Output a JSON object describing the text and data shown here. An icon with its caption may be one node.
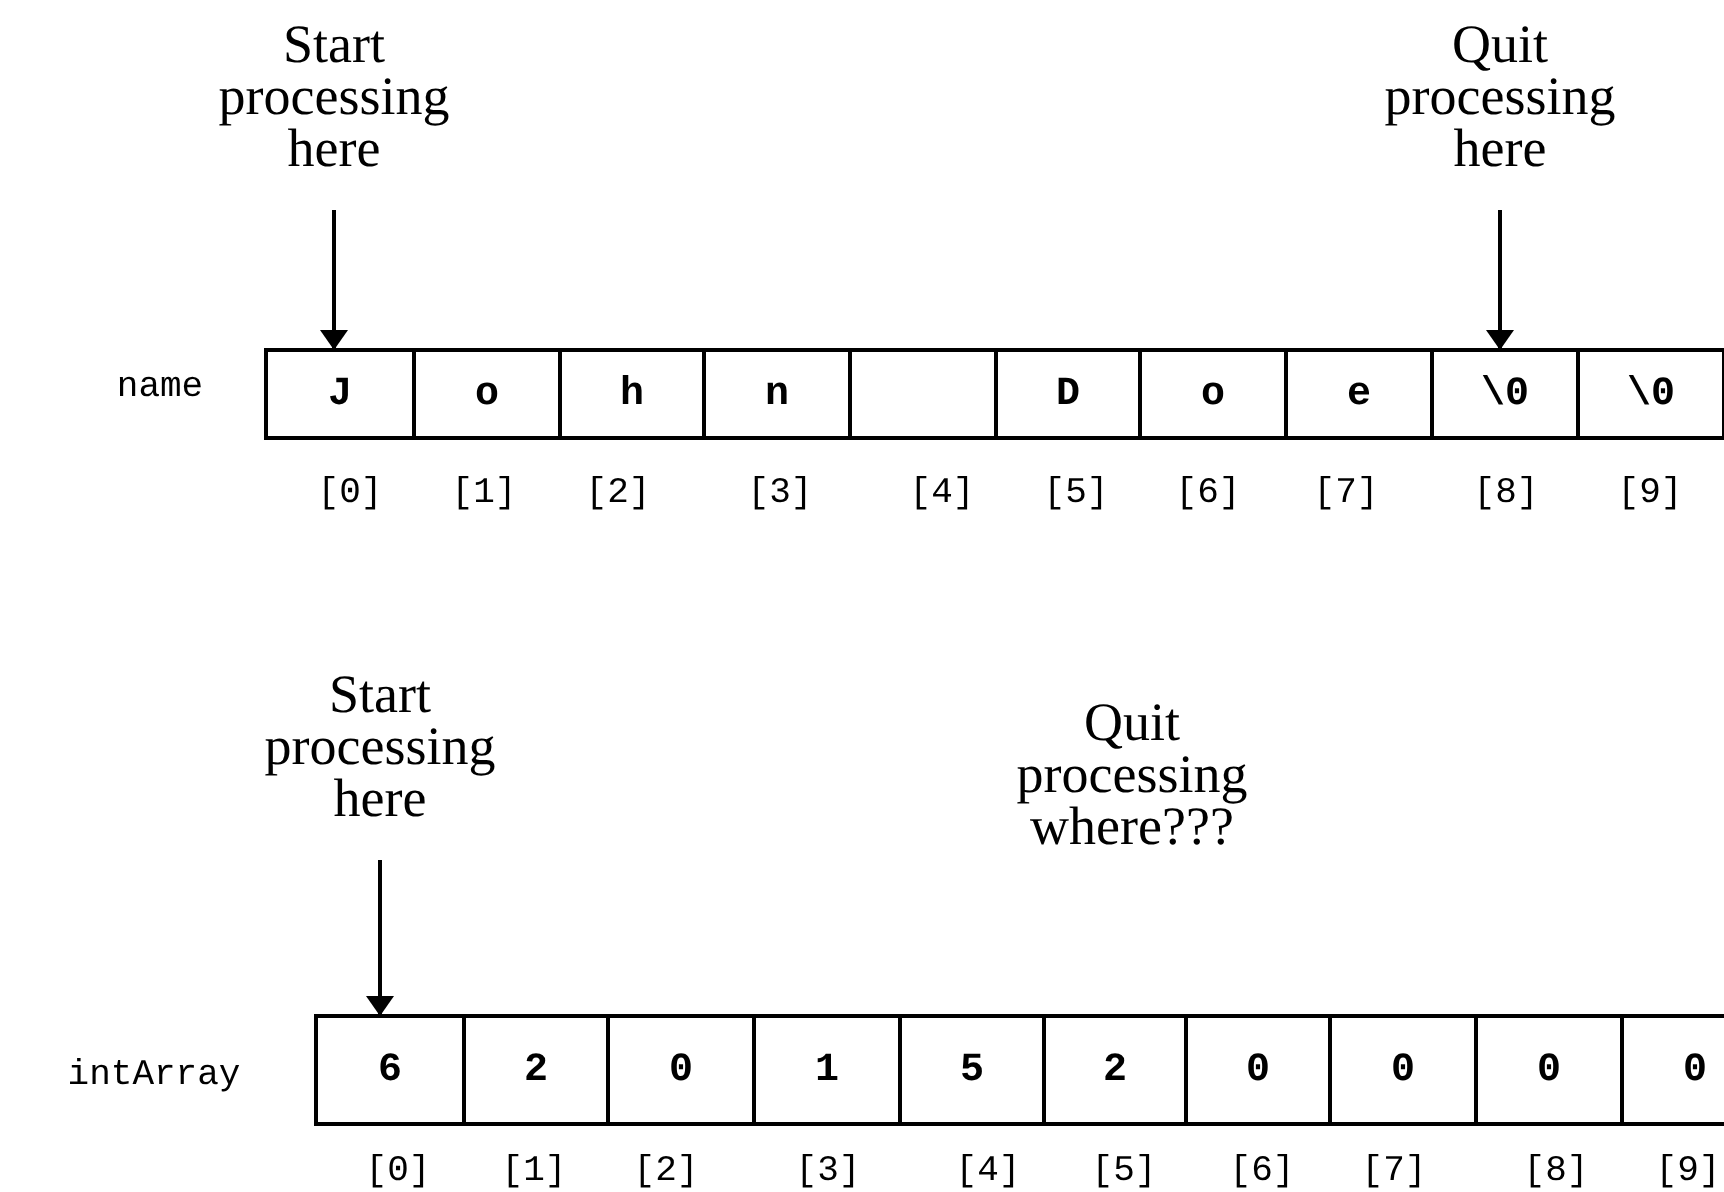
{
  "diagram": {
    "nodes": [
      {
        "text": [
          "Start processing here"
        ]
      },
      {
        "text": [
          "Quit processing here"
        ]
      },
      {
        "text": [
          "J"
        ]
      },
      {
        "text": [
          "o"
        ]
      },
      {
        "text": [
          "h"
        ]
      },
      {
        "text": [
          "n"
        ]
      },
      {
        "text": [],
        "shape": "box"
      },
      {
        "text": [
          "D"
        ]
      },
      {
        "text": [
          "o"
        ]
      },
      {
        "text": [
          "e"
        ]
      },
      {
        "text": [
          "\\0"
        ]
      },
      {
        "text": [
          "\\0"
        ]
      },
      {
        "text": [
          "Start processing here"
        ]
      },
      {
        "text": [
          "6"
        ]
      },
      {
        "text": [
          "2"
        ]
      },
      {
        "text": [
          "0"
        ]
      },
      {
        "text": [
          "1"
        ]
      },
      {
        "text": [
          "5"
        ]
      },
      {
        "text": [
          "2"
        ]
      },
      {
        "text": [
          "0"
        ]
      },
      {
        "text": [
          "0"
        ]
      },
      {
        "text": [
          "0"
        ]
      },
      {
        "text": [
          "0"
        ]
      }
    ],
    "edges": [
      {
        "from": 0,
        "to": 2,
        "arrow": "to"
      },
      {
        "from": 1,
        "to": 10,
        "arrow": "to"
      },
      {
        "from": 12,
        "to": 13,
        "arrow": "to"
      }
    ],
    "labels": [
      "name",
      "[0]",
      "[1]",
      "[2]",
      "[3]",
      "[4]",
      "[5]",
      "[6]",
      "[7]",
      "[8]",
      "[9]",
      "Quit processing where???",
      "intArray",
      "[0]",
      "[1]",
      "[2]",
      "[3]",
      "[4]",
      "[5]",
      "[6]",
      "[7]",
      "[8]",
      "[9]"
    ]
  }
}
